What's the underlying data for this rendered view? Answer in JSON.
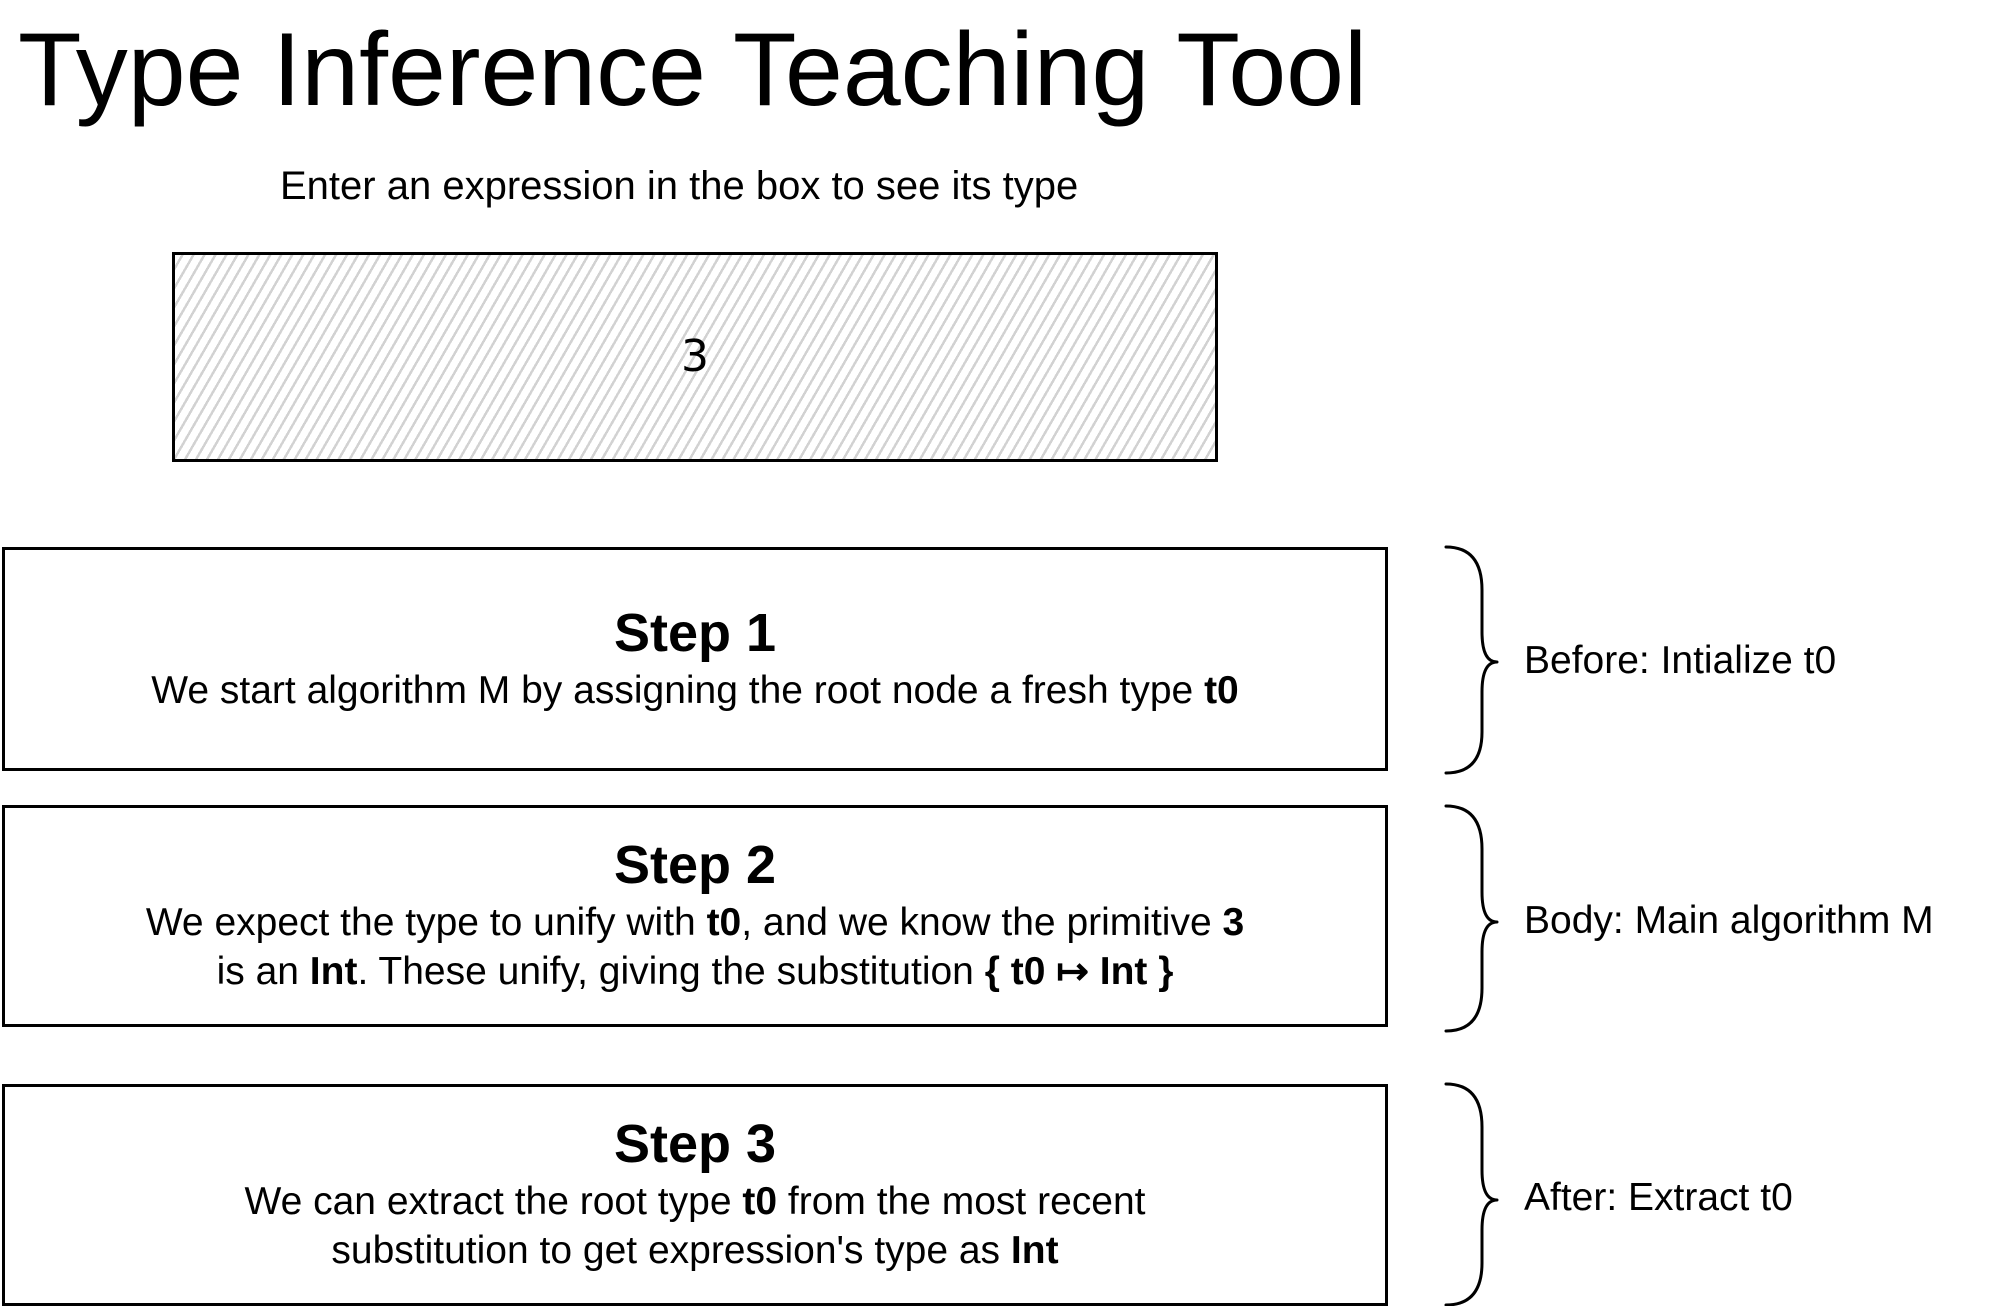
{
  "title": "Type Inference Teaching Tool",
  "subtitle": "Enter an expression in the box to see its type",
  "expression": {
    "value": "3"
  },
  "steps": [
    {
      "title": "Step 1",
      "lines": [
        [
          {
            "text": "We start algorithm M by assigning the root node a fresh type ",
            "bold": false
          },
          {
            "text": "t0",
            "bold": true
          }
        ]
      ]
    },
    {
      "title": "Step 2",
      "lines": [
        [
          {
            "text": "We expect the type to unify with ",
            "bold": false
          },
          {
            "text": "t0",
            "bold": true
          },
          {
            "text": ", and we know the primitive ",
            "bold": false
          },
          {
            "text": "3",
            "bold": true
          }
        ],
        [
          {
            "text": "is an ",
            "bold": false
          },
          {
            "text": "Int",
            "bold": true
          },
          {
            "text": ". These unify, giving the substitution ",
            "bold": false
          },
          {
            "text": "{ t0 ↦ Int }",
            "bold": true
          }
        ]
      ]
    },
    {
      "title": "Step 3",
      "lines": [
        [
          {
            "text": "We can extract the root type ",
            "bold": false
          },
          {
            "text": "t0",
            "bold": true
          },
          {
            "text": " from the most recent",
            "bold": false
          }
        ],
        [
          {
            "text": "substitution to get expression's type as ",
            "bold": false
          },
          {
            "text": "Int",
            "bold": true
          }
        ]
      ]
    }
  ],
  "phases": [
    {
      "label": "Before: Intialize t0"
    },
    {
      "label": "Body: Main algorithm M"
    },
    {
      "label": "After: Extract t0"
    }
  ]
}
